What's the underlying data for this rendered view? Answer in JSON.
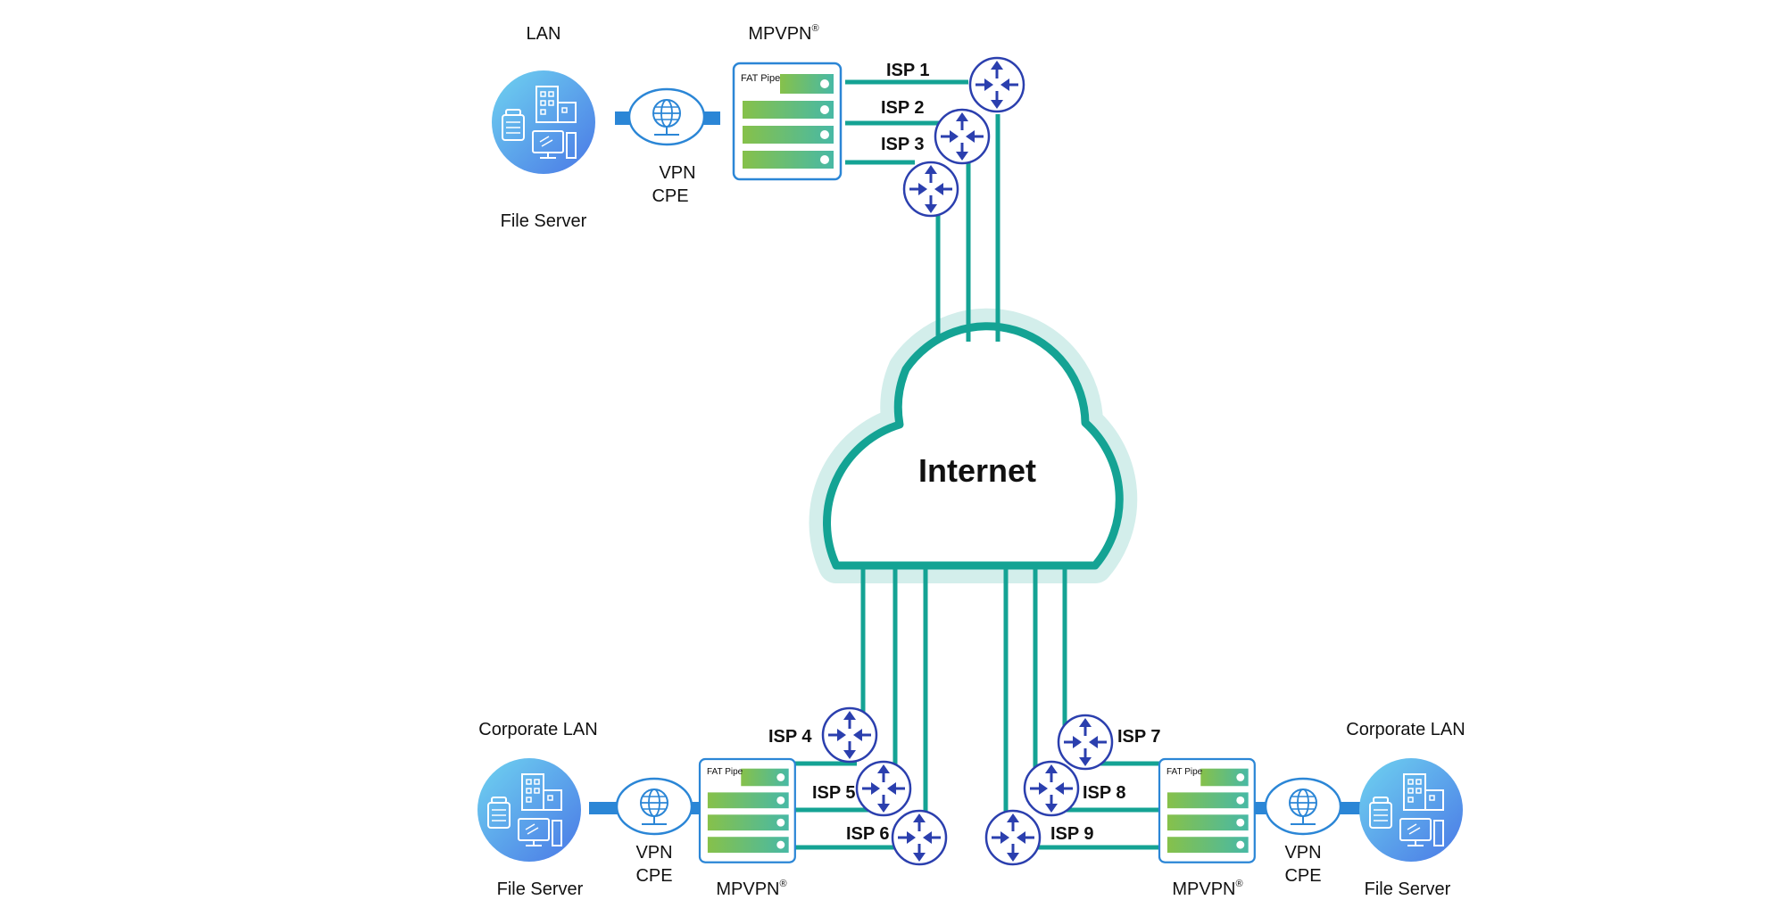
{
  "internet": {
    "label": "Internet"
  },
  "top_site": {
    "lan_label": "LAN",
    "server_label": "File Server",
    "cpe_label_1": "VPN",
    "cpe_label_2": "CPE",
    "appliance_label": "MPVPN",
    "appliance_mark": "®",
    "brand": "FAT Pipe",
    "isps": [
      "ISP 1",
      "ISP 2",
      "ISP 3"
    ]
  },
  "left_site": {
    "lan_label": "Corporate LAN",
    "server_label": "File Server",
    "cpe_label_1": "VPN",
    "cpe_label_2": "CPE",
    "appliance_label": "MPVPN",
    "appliance_mark": "®",
    "brand": "FAT Pipe",
    "isps": [
      "ISP 4",
      "ISP 5",
      "ISP 6"
    ]
  },
  "right_site": {
    "lan_label": "Corporate LAN",
    "server_label": "File Server",
    "cpe_label_1": "VPN",
    "cpe_label_2": "CPE",
    "appliance_label": "MPVPN",
    "appliance_mark": "®",
    "brand": "FAT Pipe",
    "isps": [
      "ISP 7",
      "ISP 8",
      "ISP 9"
    ]
  },
  "colors": {
    "link": "#14a394",
    "lan_link": "#2b86d6",
    "router": "#2b3fae",
    "cloud_glow": "#d3eeeb",
    "lan_gradient_start": "#6fd3f0",
    "lan_gradient_end": "#4a78e6",
    "bay_green": "#86c14a",
    "bay_teal": "#48b9a5"
  }
}
